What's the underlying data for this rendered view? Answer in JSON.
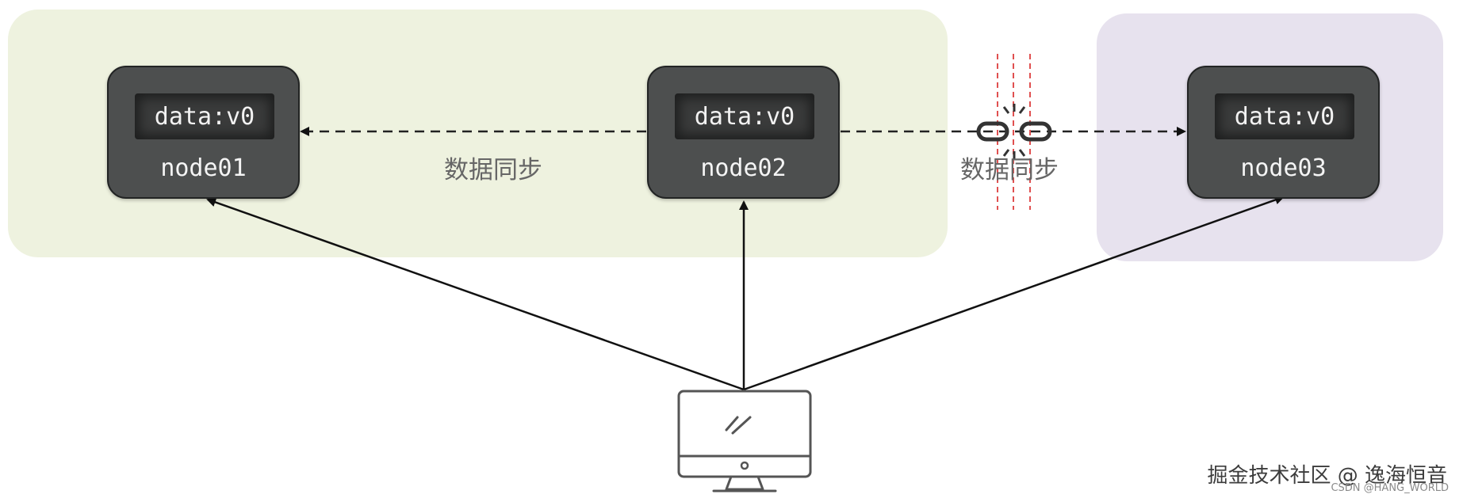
{
  "zones": {
    "left_color": "#eef2df",
    "right_color": "#e7e2ee"
  },
  "nodes": [
    {
      "data": "data:v0",
      "name": "node01"
    },
    {
      "data": "data:v0",
      "name": "node02"
    },
    {
      "data": "data:v0",
      "name": "node03"
    }
  ],
  "sync_labels": [
    "数据同步",
    "数据同步"
  ],
  "icons": {
    "broken_link": "broken-link-icon",
    "client": "desktop-monitor-icon"
  },
  "colors": {
    "node_fill": "#4d4f4f",
    "partition_line": "#e05050",
    "arrow": "#111111"
  },
  "watermark": {
    "main": "掘金技术社区 @ 逸海恒音",
    "sub": "CSDN @HANG_WORLD"
  }
}
